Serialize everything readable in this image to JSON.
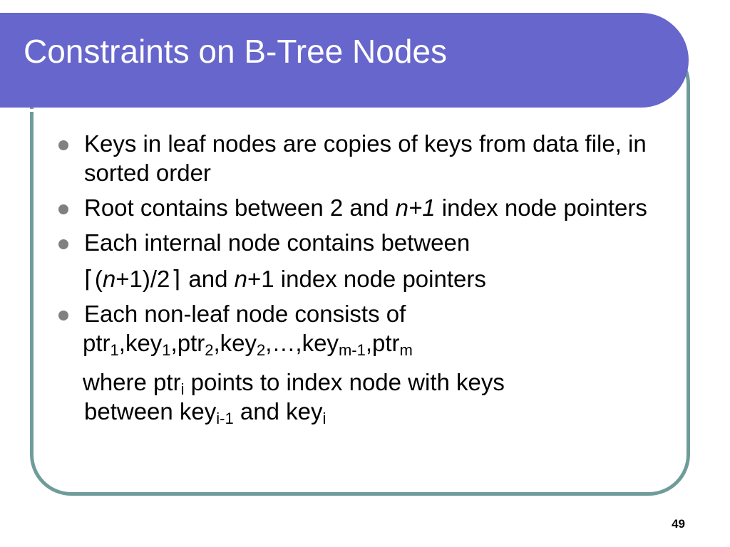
{
  "slide": {
    "title": "Constraints on B-Tree Nodes",
    "page_number": "49",
    "colors": {
      "title_bar": "#6666cc",
      "frame_border": "#6f9c9b",
      "bullet": "#808080"
    }
  },
  "bullets": [
    {
      "text": "Keys in leaf nodes are copies of keys from data file, in sorted order"
    },
    {
      "before": "Root contains between 2 and ",
      "italic": "n+1",
      "after": " index node pointers"
    },
    {
      "text": "Each internal node contains between"
    },
    {
      "text": "Each non-leaf node consists of"
    }
  ],
  "formula_line": {
    "ceil_open": "⌈",
    "paren_open": "(",
    "n1": "n",
    "part1": "+1)/2",
    "ceil_close": "⌉",
    "and_text": " and ",
    "n2": "n",
    "part2": "+1 index node pointers"
  },
  "sequence_line": {
    "ptr": "ptr",
    "key": "key",
    "sub1": "1",
    "sub2": "2",
    "sep": ",",
    "ellipsis": ",…,",
    "sub_m1": "m-1",
    "sub_m": "m"
  },
  "where_line": {
    "p1": "where ptr",
    "sub_i": "i",
    "p2": " points to index node with keys",
    "p3": "between key",
    "sub_i1": "i-1",
    "p4": " and key"
  }
}
